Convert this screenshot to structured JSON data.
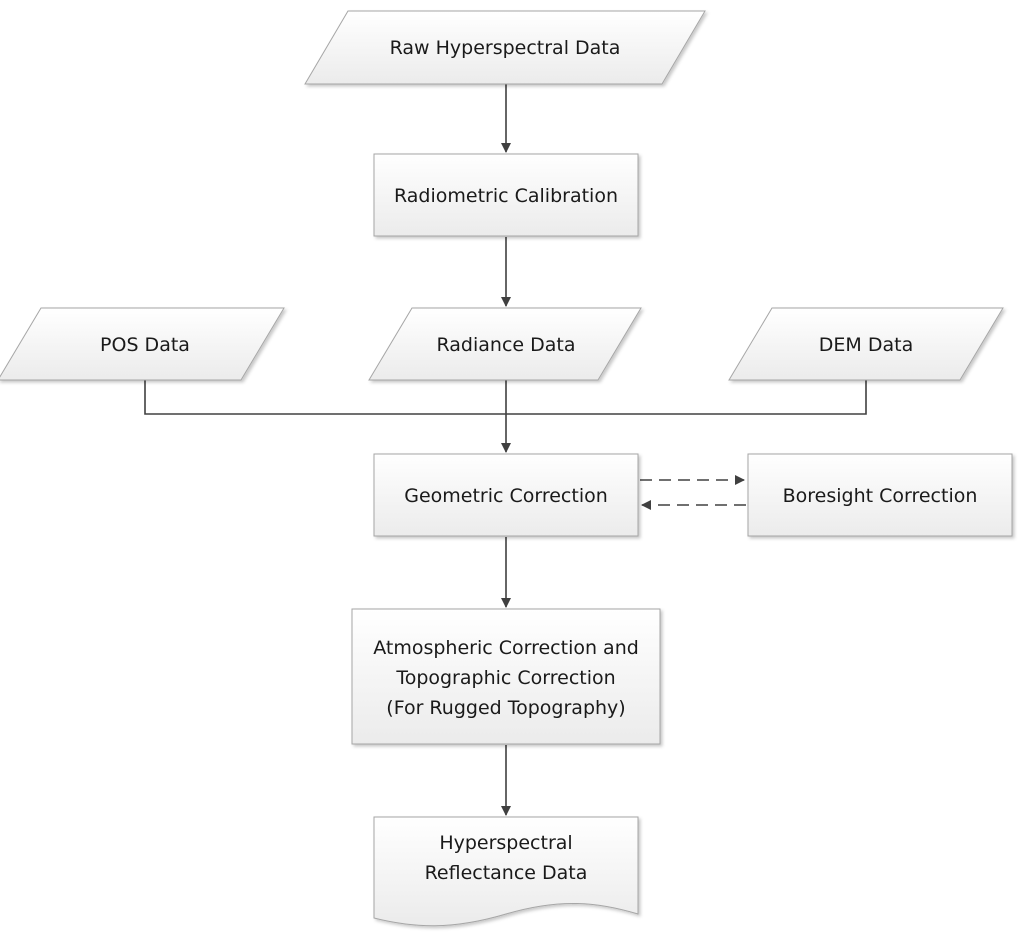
{
  "nodes": {
    "raw_hyperspectral_data": "Raw Hyperspectral Data",
    "radiometric_calibration": "Radiometric Calibration",
    "pos_data": "POS Data",
    "radiance_data": "Radiance Data",
    "dem_data": "DEM Data",
    "geometric_correction": "Geometric Correction",
    "boresight_correction": "Boresight Correction",
    "atmospheric_correction": {
      "line1": "Atmospheric Correction and",
      "line2": "Topographic Correction",
      "line3": "(For Rugged Topography)"
    },
    "hyperspectral_reflectance": {
      "line1": "Hyperspectral",
      "line2": "Reflectance Data"
    }
  },
  "colors": {
    "shape_fill_top": "#ffffff",
    "shape_fill_bottom": "#ececec",
    "shape_stroke": "#a6a6a6",
    "connector": "#404040",
    "text": "#1a1a1a"
  }
}
